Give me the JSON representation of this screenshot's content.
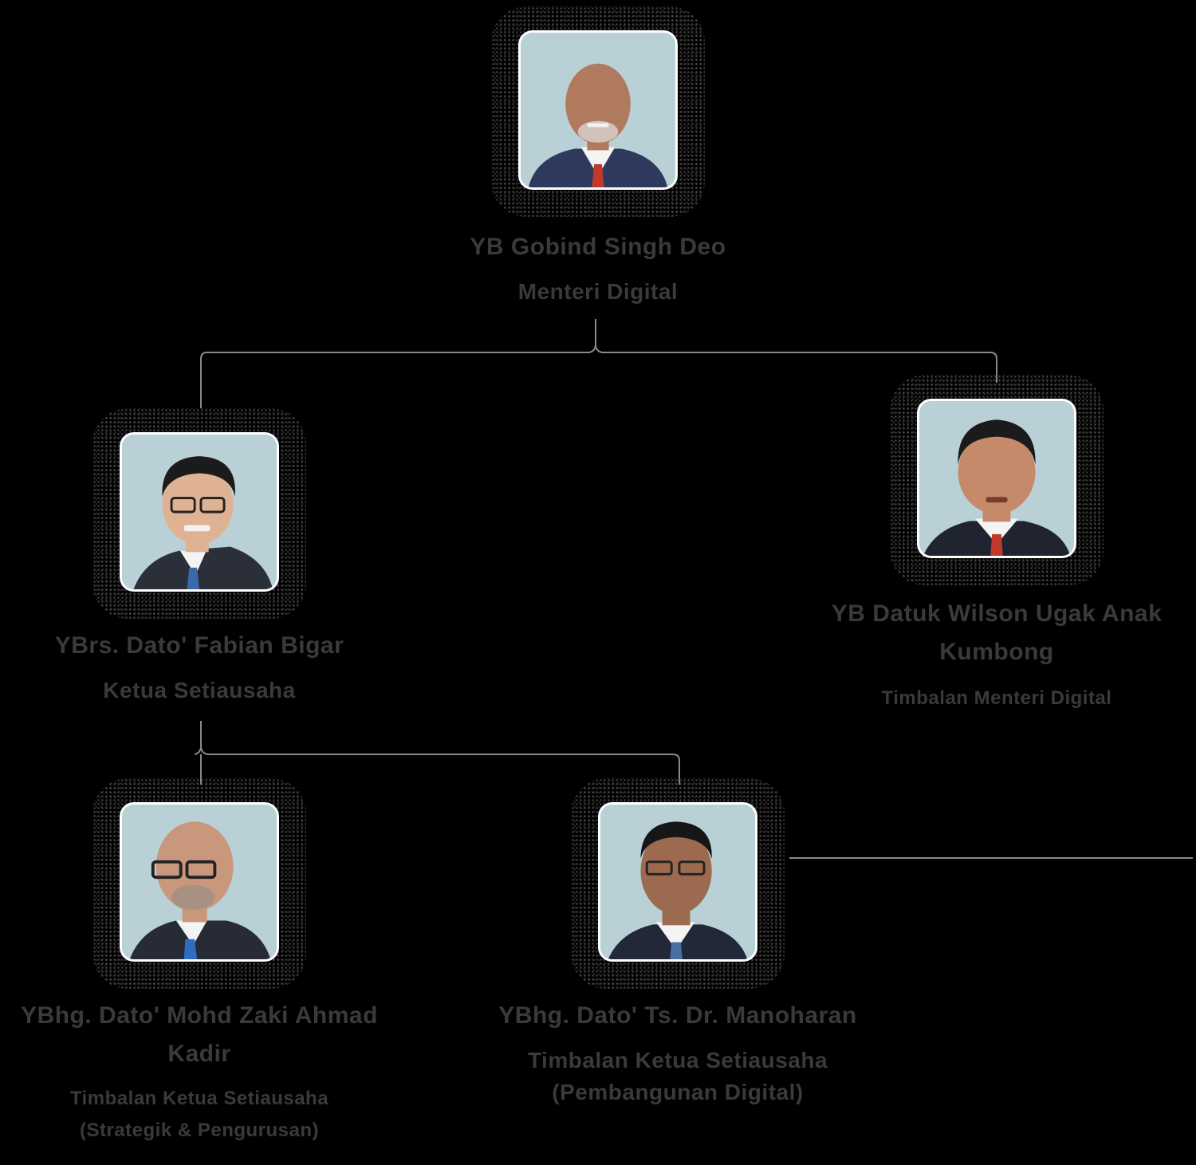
{
  "chart": {
    "nodes": [
      {
        "id": "minister",
        "name": "YB Gobind Singh Deo",
        "title": "Menteri Digital",
        "suit_color": "#2d3a5e",
        "tie_color": "#c0392b",
        "skin_color": "#b07a5e"
      },
      {
        "id": "secgen",
        "name": "YBrs. Dato' Fabian Bigar",
        "title": "Ketua Setiausaha",
        "suit_color": "#2a2f3a",
        "tie_color": "#3b6aa8",
        "skin_color": "#e0b294"
      },
      {
        "id": "deputy-minister",
        "name": "YB Datuk Wilson Ugak Anak Kumbong",
        "title": "Timbalan Menteri Digital",
        "suit_color": "#1f2430",
        "tie_color": "#c0392b",
        "skin_color": "#c48a6a"
      },
      {
        "id": "tks-policy",
        "name": "YBhg. Dato' Mohd Zaki Ahmad Kadir",
        "title": "Timbalan Ketua Setiausaha (Strategik & Pengurusan)",
        "suit_color": "#262b35",
        "tie_color": "#2f6cc4",
        "skin_color": "#c9987c"
      },
      {
        "id": "tks-digital",
        "name": "YBhg. Dato' Ts. Dr. Manoharan",
        "title": "Timbalan Ketua Setiausaha (Pembangunan Digital)",
        "suit_color": "#232838",
        "tie_color": "#4a6fa5",
        "skin_color": "#9c6a4e"
      }
    ]
  }
}
